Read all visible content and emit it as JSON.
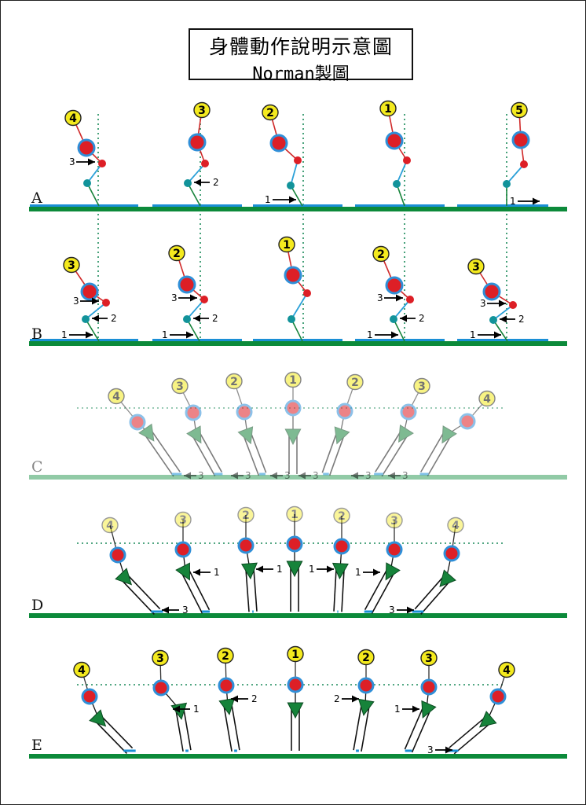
{
  "title": {
    "main": "身體動作說明示意圖",
    "sub": "Norman製圖"
  },
  "colors": {
    "ground": "#0c8a3a",
    "pad": "#1a8fd6",
    "ball": "#f4ea1e",
    "joint_red": "#dd1f26",
    "joint_teal": "#12939a",
    "ring": "#2f8fd8",
    "arm": "#16833a",
    "link_red": "#d02a2a",
    "link_blue": "#2aa0d8",
    "dots": "#1a8a5a"
  },
  "rows": [
    {
      "label": "A",
      "style": "side",
      "faded": false,
      "figures": [
        {
          "num": "4",
          "arrows": [
            {
              "num": "3",
              "target": "knee"
            }
          ]
        },
        {
          "num": "3",
          "arrows": [
            {
              "num": "2",
              "target": "shin"
            }
          ]
        },
        {
          "num": "2",
          "arrows": [
            {
              "num": "1",
              "target": "foot"
            }
          ]
        },
        {
          "num": "1",
          "arrows": []
        },
        {
          "num": "5",
          "arrows": [
            {
              "num": "1",
              "target": "foot-right"
            }
          ]
        }
      ]
    },
    {
      "label": "B",
      "style": "side",
      "faded": false,
      "figures": [
        {
          "num": "3",
          "arrows": [
            {
              "num": "3",
              "target": "knee"
            },
            {
              "num": "2",
              "target": "shin"
            },
            {
              "num": "1",
              "target": "foot"
            }
          ]
        },
        {
          "num": "2",
          "arrows": [
            {
              "num": "3",
              "target": "knee"
            },
            {
              "num": "2",
              "target": "shin"
            },
            {
              "num": "1",
              "target": "foot"
            }
          ]
        },
        {
          "num": "1",
          "arrows": []
        },
        {
          "num": "2",
          "arrows": [
            {
              "num": "3",
              "target": "knee"
            },
            {
              "num": "2",
              "target": "shin"
            },
            {
              "num": "1",
              "target": "foot"
            }
          ]
        },
        {
          "num": "3",
          "arrows": [
            {
              "num": "3",
              "target": "knee"
            },
            {
              "num": "2",
              "target": "shin"
            },
            {
              "num": "1",
              "target": "foot"
            }
          ]
        }
      ]
    },
    {
      "label": "C",
      "style": "fan",
      "faded": true,
      "balls": [
        "4",
        "3",
        "2",
        "1",
        "2",
        "3",
        "4"
      ],
      "ground_marks": [
        "3",
        "3",
        "3",
        "3",
        "3",
        "3"
      ]
    },
    {
      "label": "D",
      "style": "fan",
      "faded": false,
      "balls": [
        "4",
        "3",
        "2",
        "1",
        "2",
        "3",
        "4"
      ],
      "side_marks": [
        {
          "num": "3",
          "pos": "left-foot"
        },
        {
          "num": "1",
          "pos": "fig2"
        },
        {
          "num": "1",
          "pos": "fig3"
        },
        {
          "num": "1",
          "pos": "fig5"
        },
        {
          "num": "1",
          "pos": "fig6"
        },
        {
          "num": "3",
          "pos": "right-foot"
        }
      ]
    },
    {
      "label": "E",
      "style": "fan",
      "faded": false,
      "balls": [
        "4",
        "3",
        "2",
        "1",
        "2",
        "3",
        "4"
      ],
      "side_marks": [
        {
          "num": "1",
          "pos": "fig2"
        },
        {
          "num": "2",
          "pos": "fig3"
        },
        {
          "num": "2",
          "pos": "fig5"
        },
        {
          "num": "1",
          "pos": "fig6"
        },
        {
          "num": "3",
          "pos": "right-foot"
        }
      ]
    }
  ]
}
